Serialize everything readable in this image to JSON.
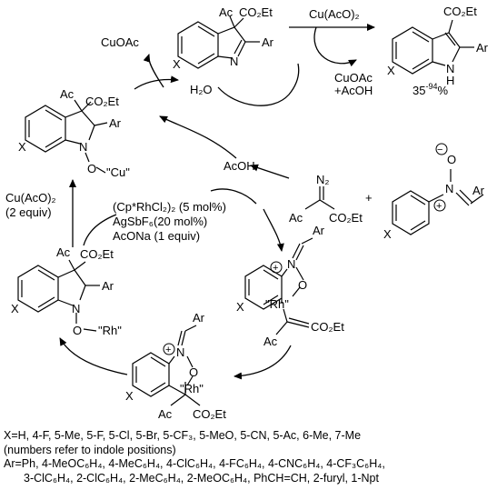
{
  "labels": {
    "top_indolenine_ac": "Ac",
    "top_indolenine_co2et": "CO₂Et",
    "top_indolenine_ar": "Ar",
    "top_indolenine_n": "N",
    "top_indolenine_x": "X",
    "cuoac_left": "CuOAc",
    "h2o": "H₂O",
    "reagent_cu_top": "Cu(AcO)₂",
    "cuoac_byproduct": "CuOAc",
    "acoh_byproduct": "+AcOH",
    "product_co2et": "CO₂Et",
    "product_ar": "Ar",
    "product_nh": "N",
    "product_h": "H",
    "product_x": "X",
    "yield_base": "35",
    "yield_sup": "-94",
    "yield_pct": "%",
    "indoline_cu_ac": "Ac",
    "indoline_cu_co2et": "CO₂Et",
    "indoline_cu_ar": "Ar",
    "indoline_cu_n": "N",
    "indoline_cu_x": "X",
    "indoline_cu_o": "O",
    "indoline_cu_metal": "\"Cu\"",
    "acoh_center": "AcOH",
    "diazo_n2": "N₂",
    "diazo_ac": "Ac",
    "diazo_co2et": "CO₂Et",
    "plus": "+",
    "nitrone_o": "O",
    "nitrone_minus": "−",
    "nitrone_n": "N",
    "nitrone_plus": "+",
    "nitrone_ar": "Ar",
    "nitrone_x": "X",
    "reagent_cu_left_1": "Cu(AcO)₂",
    "reagent_cu_left_2": "(2 equiv)",
    "catalyst_line_1": "(Cp*RhCl₂)₂ (5 mol%)",
    "catalyst_line_2": "AgSbF₆(20 mol%)",
    "catalyst_line_3": "AcONa (1 equiv)",
    "rh_cycle_ar": "Ar",
    "rh_cycle_n": "N",
    "rh_cycle_plus": "+",
    "rh_cycle_o": "O",
    "rh_cycle_rh": "\"Rh\"",
    "rh_cycle_x": "X",
    "rh_carbene_ac": "Ac",
    "rh_carbene_co2et": "CO₂Et",
    "indoline_rh_ac": "Ac",
    "indoline_rh_co2et": "CO₂Et",
    "indoline_rh_ar": "Ar",
    "indoline_rh_n": "N",
    "indoline_rh_x": "X",
    "indoline_rh_o": "O",
    "indoline_rh_metal": "\"Rh\"",
    "insert_ar": "Ar",
    "insert_n": "N",
    "insert_plus": "+",
    "insert_o": "O",
    "insert_rh": "\"Rh\"",
    "insert_x": "X",
    "insert_ac": "Ac",
    "insert_co2et": "CO₂Et"
  },
  "footnotes": {
    "x_line": "X=H, 4-F, 5-Me, 5-F, 5-Cl, 5-Br, 5-CF₃, 5-MeO, 5-CN, 5-Ac, 6-Me, 7-Me",
    "x_note": "(numbers refer to indole positions)",
    "ar_line_1": "Ar=Ph, 4-MeOC₆H₄, 4-MeC₆H₄, 4-ClC₆H₄, 4-FC₆H₄, 4-CNC₆H₄, 4-CF₃C₆H₄,",
    "ar_line_2": "3-ClC₆H₄, 2-ClC₆H₄, 2-MeC₆H₄, 2-MeOC₆H₄, PhCH=CH, 2-furyl, 1-Npt"
  }
}
